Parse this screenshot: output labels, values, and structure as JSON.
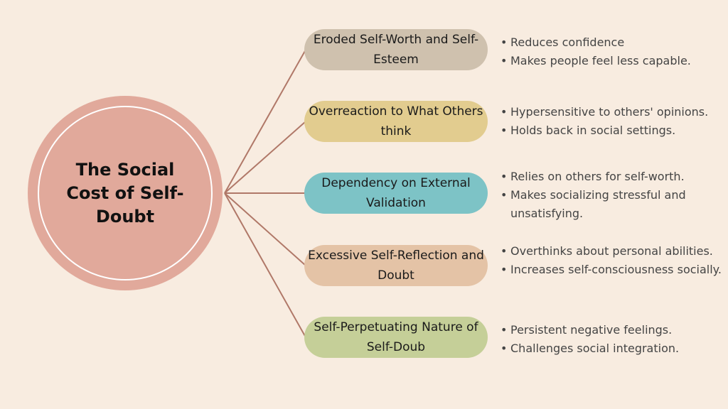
{
  "center": {
    "title": "The Social Cost of Self-Doubt",
    "color": "#e1a99b"
  },
  "line_color": "#b07868",
  "branches": [
    {
      "label": "Eroded Self-Worth and Self-Esteem",
      "color": "#cfc1ae",
      "points": [
        "Reduces confidence",
        "Makes people feel less capable."
      ]
    },
    {
      "label": "Overreaction to What Others think",
      "color": "#e2cc8f",
      "points": [
        "Hypersensitive to others' opinions.",
        "Holds back in social settings."
      ]
    },
    {
      "label": "Dependency on External Validation",
      "color": "#7dc3c6",
      "points": [
        "Relies on others for self-worth.",
        "Makes socializing stressful and unsatisfying."
      ]
    },
    {
      "label": "Excessive Self-Reflection and Doubt",
      "color": "#e4c3a6",
      "points": [
        "Overthinks about personal abilities.",
        "Increases self-consciousness socially."
      ]
    },
    {
      "label": "Self-Perpetuating Nature of Self-Doub",
      "color": "#c5cf98",
      "points": [
        "Persistent negative feelings.",
        "Challenges social integration."
      ]
    }
  ]
}
